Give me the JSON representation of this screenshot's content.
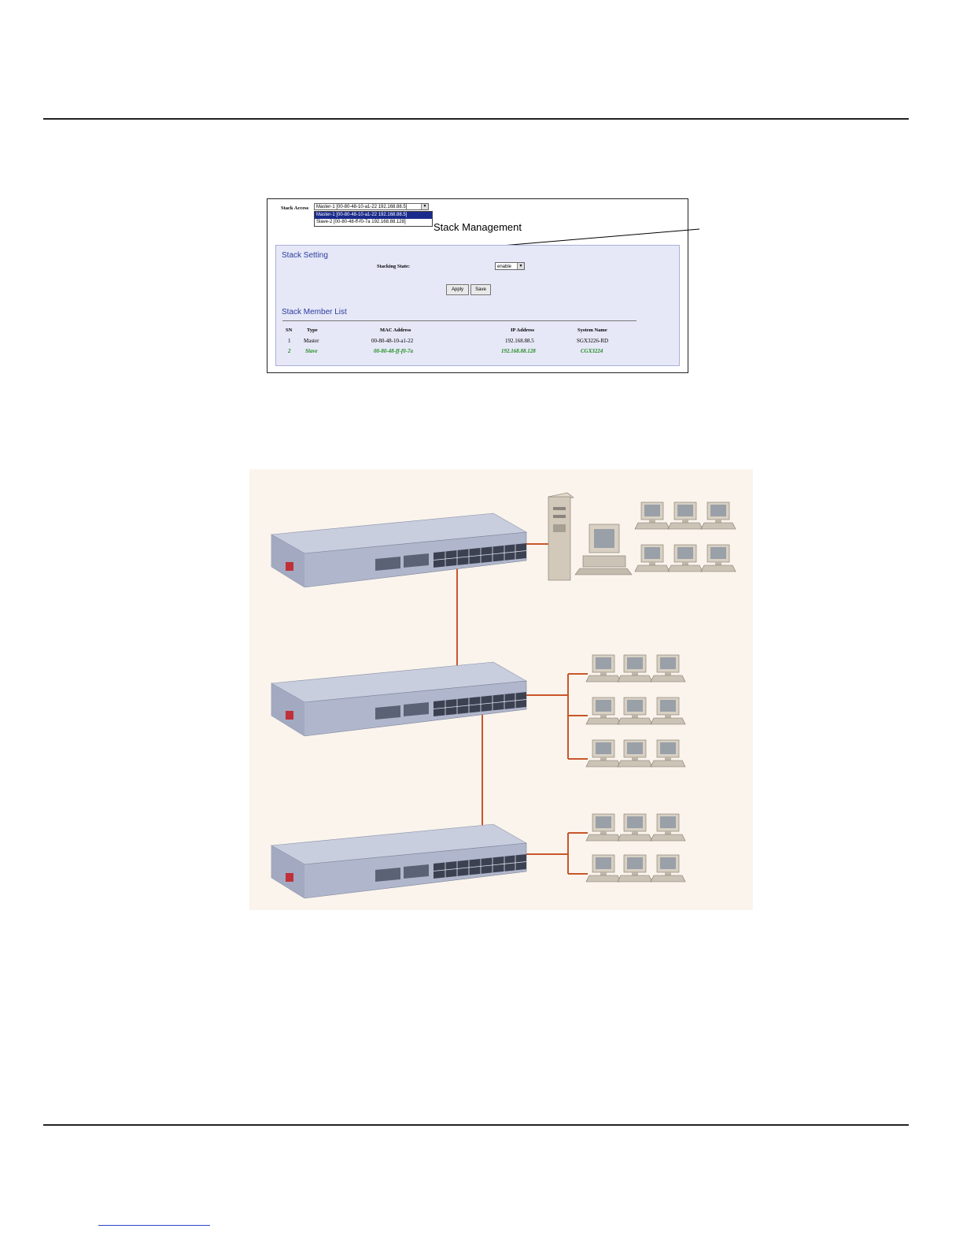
{
  "stack_panel": {
    "stack_access_label": "Stack Access",
    "stack_access_value": "Master-1 [00-80-48-10-a1-22 192.168.88.5]",
    "stack_access_options": [
      "Master-1 [00-80-48-10-a1-22 192.168.88.5]",
      "Slave-2 [00-80-48-ff-f0-7a 192.168.88.128]"
    ],
    "callout": "Stack Management",
    "stack_setting_title": "Stack Setting",
    "stacking_state_label": "Stacking State:",
    "stacking_state_value": "enable",
    "apply_label": "Apply",
    "save_label": "Save",
    "member_list_title": "Stack Member List",
    "columns": [
      "SN",
      "Type",
      "MAC Address",
      "IP Address",
      "System Name"
    ],
    "rows": [
      [
        "1",
        "Master",
        "00-80-48-10-a1-22",
        "192.168.88.5",
        "SGX3226-RD"
      ],
      [
        "2",
        "Slave",
        "00-80-48-ff-f0-7a",
        "192.168.88.128",
        "CGX3224"
      ]
    ],
    "colors": {
      "header_blue": "#2b3c9e",
      "frame_bg": "#e6e8f7",
      "slave_green": "#228b22",
      "selected_option": "#1a2a8c"
    }
  },
  "diagram": {
    "icons": [
      "switch-icon",
      "server-tower-icon",
      "desktop-computer-icon",
      "workstation-icon"
    ],
    "colors": {
      "cable": "#c8562a",
      "background": "#faf4ed",
      "switch_body": "#b7bed4"
    }
  }
}
